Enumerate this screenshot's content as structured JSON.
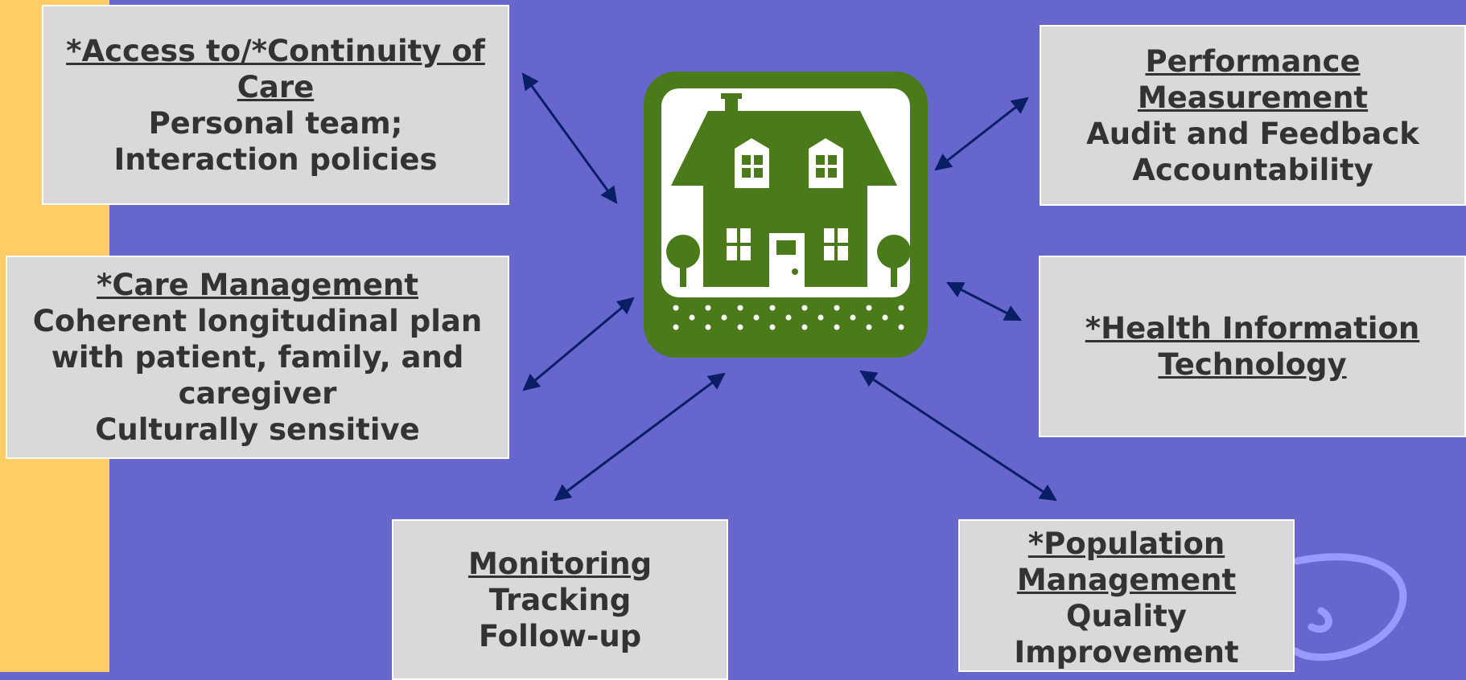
{
  "colors": {
    "background": "#6666cc",
    "left_strip": "#ffcc66",
    "box_fill": "#d9d9d9",
    "box_text": "#333333",
    "arrow": "#0a1e66",
    "house_green": "#4a7a1a",
    "swirl": "#9999ff"
  },
  "center_icon": {
    "name": "house-icon"
  },
  "boxes": {
    "access": {
      "title": "*Access to/*Continuity of Care",
      "lines": [
        "Personal team;",
        "Interaction policies"
      ]
    },
    "care_management": {
      "title": "*Care Management",
      "lines": [
        "Coherent longitudinal plan with patient, family, and caregiver",
        "Culturally sensitive"
      ]
    },
    "monitoring": {
      "title": "Monitoring",
      "lines": [
        "Tracking",
        "Follow-up"
      ]
    },
    "population": {
      "title": "*Population Management",
      "lines": [
        "Quality Improvement"
      ]
    },
    "performance": {
      "title": "Performance Measurement",
      "lines": [
        "Audit and Feedback",
        "Accountability"
      ]
    },
    "hit": {
      "title": "*Health Information Technology",
      "lines": []
    }
  }
}
